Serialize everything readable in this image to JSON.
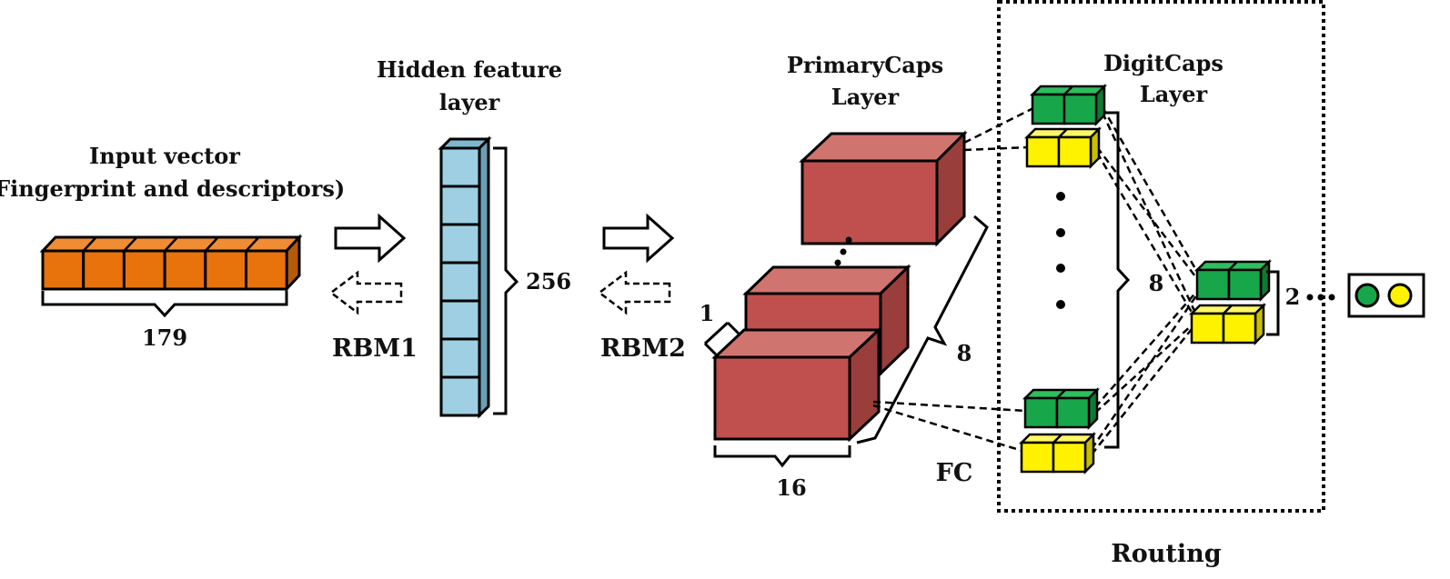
{
  "labels": {
    "input_vector": "Input vector",
    "input_desc": "(Fingerprint and descriptors)",
    "input_size": "179",
    "hidden_line1": "Hidden feature",
    "hidden_line2": "layer",
    "hidden_size": "256",
    "rbm1": "RBM1",
    "rbm2": "RBM2",
    "primarycaps_line1": "PrimaryCaps",
    "primarycaps_line2": "Layer",
    "prim_depth": "1",
    "prim_width": "16",
    "prim_count": "8",
    "fc": "FC",
    "digitcaps_line1": "DigitCaps",
    "digitcaps_line2": "Layer",
    "digit_count": "8",
    "output_count": "2",
    "routing": "Routing"
  },
  "colors": {
    "input_cell": "#E8720C",
    "input_top": "#F08C33",
    "input_side": "#B55A08",
    "hidden_cell": "#9ECFE2",
    "hidden_top": "#7FB7CE",
    "hidden_side": "#6A9FB5",
    "caps_front": "#C0504D",
    "caps_top": "#D07470",
    "caps_side": "#9A3E3B",
    "green": "#18A64A",
    "green_top": "#2DBE5E",
    "green_side": "#0E7A33",
    "yellow": "#FFF200",
    "yellow_top": "#FFF766",
    "yellow_side": "#C8BE00"
  },
  "icons": {
    "forward_arrow": "right-arrow-icon",
    "backward_arrow": "left-dashed-arrow-icon",
    "output_dot_green": "green-dot-icon",
    "output_dot_yellow": "yellow-dot-icon"
  }
}
